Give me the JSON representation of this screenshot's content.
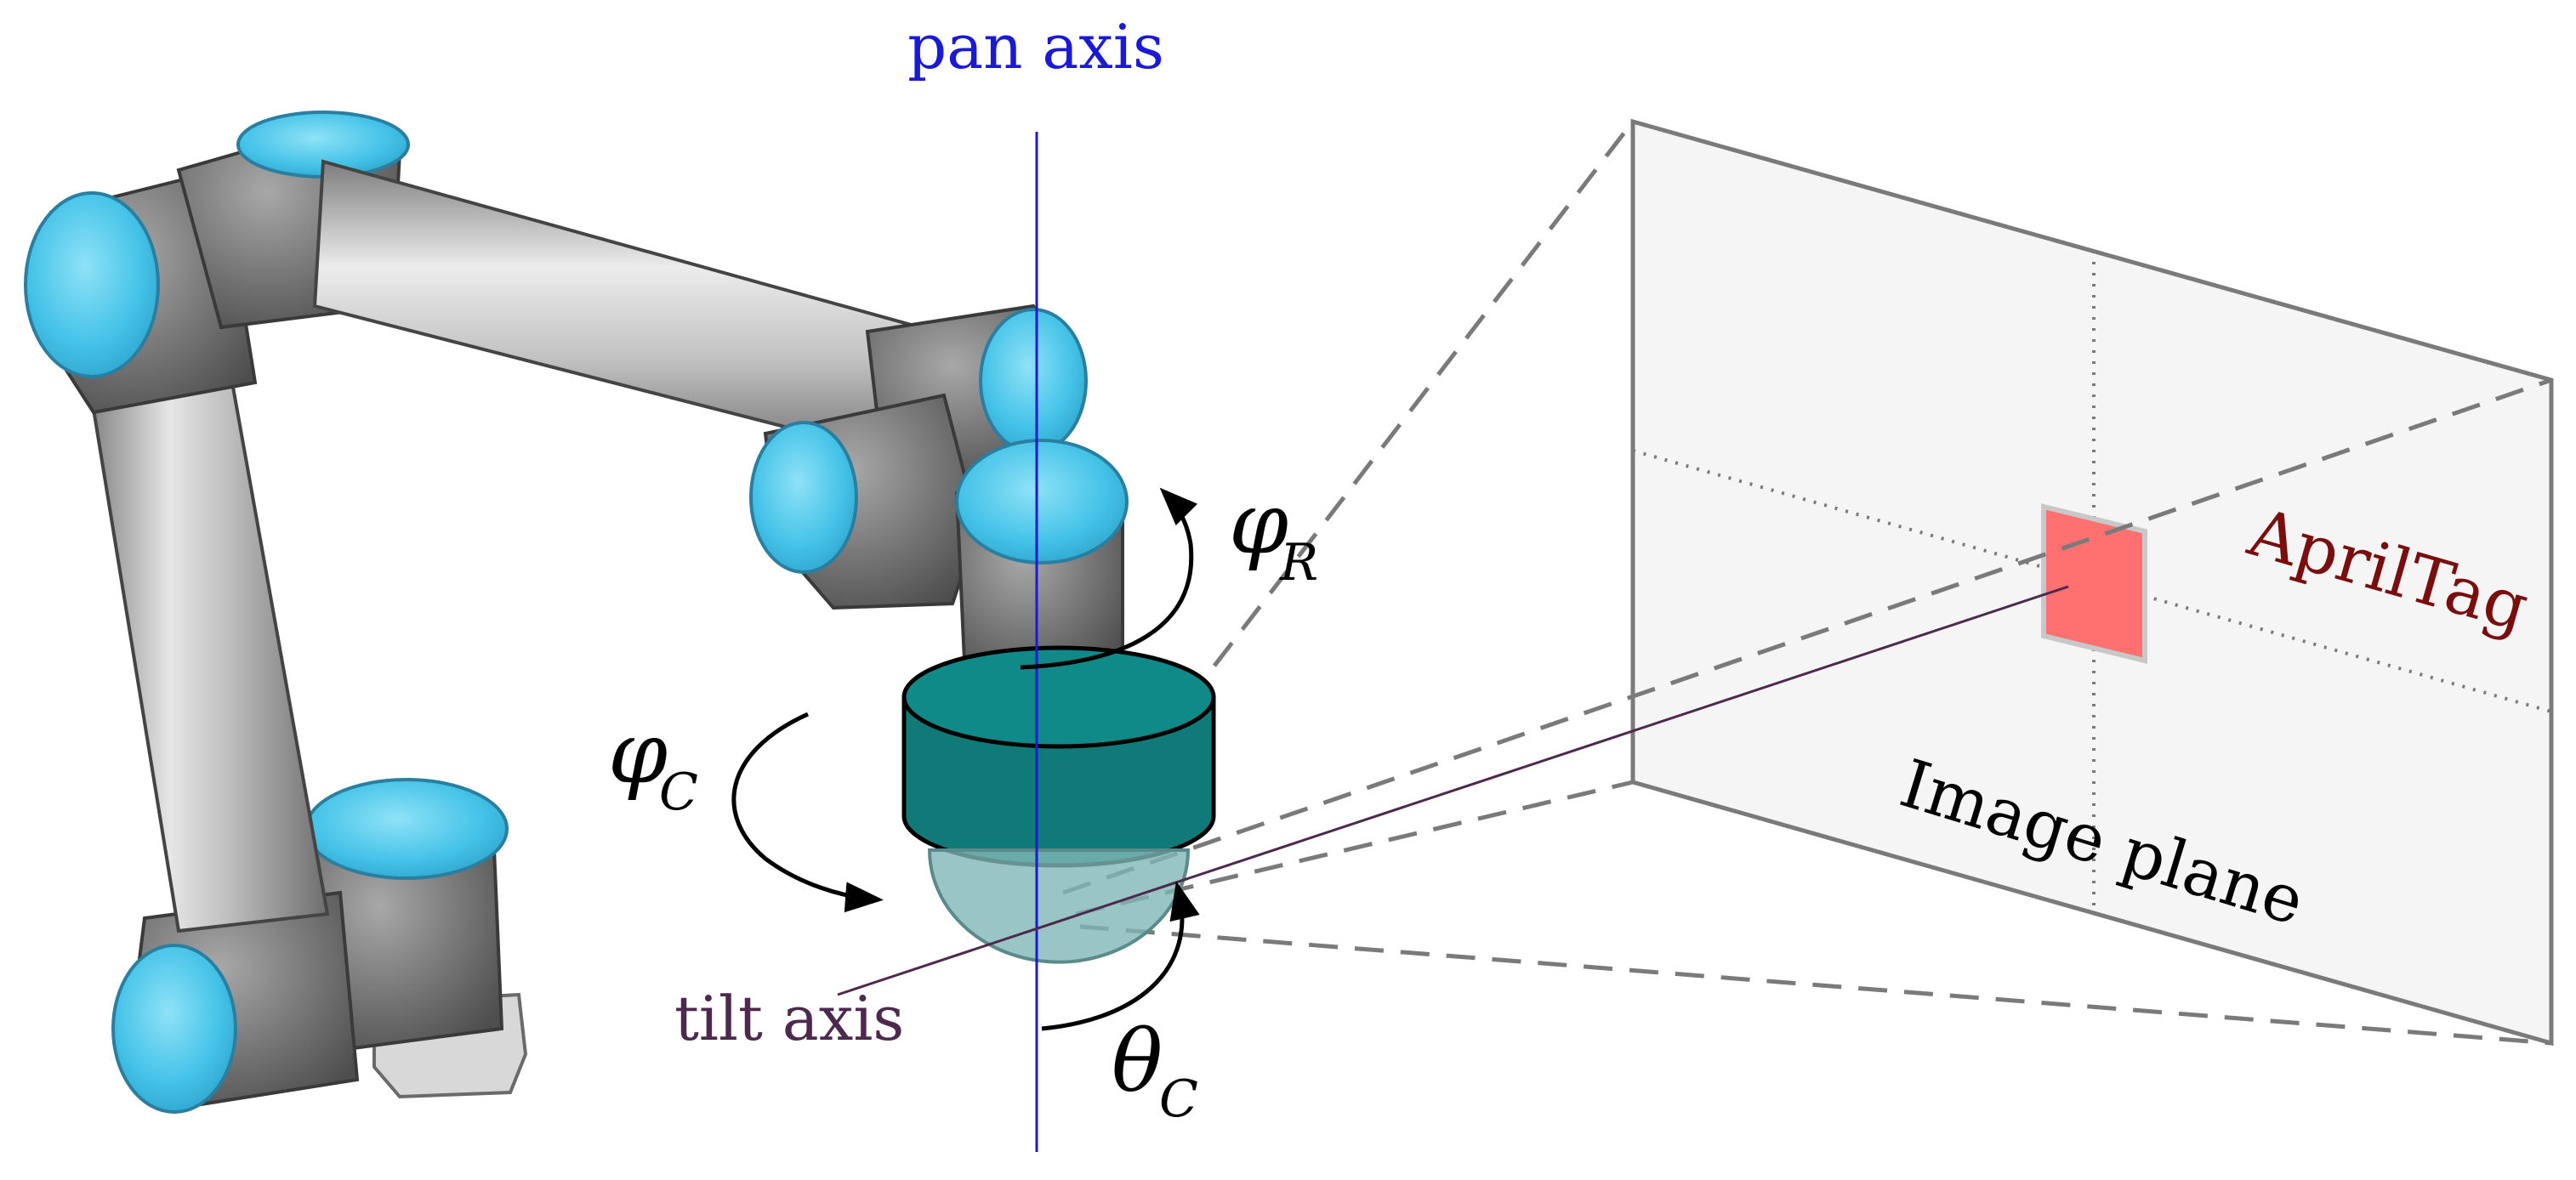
{
  "labels": {
    "pan_axis": "pan axis",
    "tilt_axis": "tilt axis",
    "apriltag": "AprilTag",
    "image_plane": "Image plane",
    "phi_r": {
      "symbol": "φ",
      "subscript": "R"
    },
    "phi_c": {
      "symbol": "φ",
      "subscript": "C"
    },
    "theta_c": {
      "symbol": "θ",
      "subscript": "C"
    }
  },
  "colors": {
    "pan_axis": "#1a1ad6",
    "tilt_axis": "#4d2a4d",
    "apriltag_text": "#7a0e0e",
    "apriltag_fill": "#ff7070",
    "camera_teal": "#0f7a78",
    "camera_lens": "#7fb8b7",
    "robot_grey": "#8a8a8a",
    "robot_cyan": "#45c3e8",
    "plane_fill": "#f5f5f5",
    "plane_edge": "#7a7a7a",
    "dash": "#7a7a7a"
  }
}
